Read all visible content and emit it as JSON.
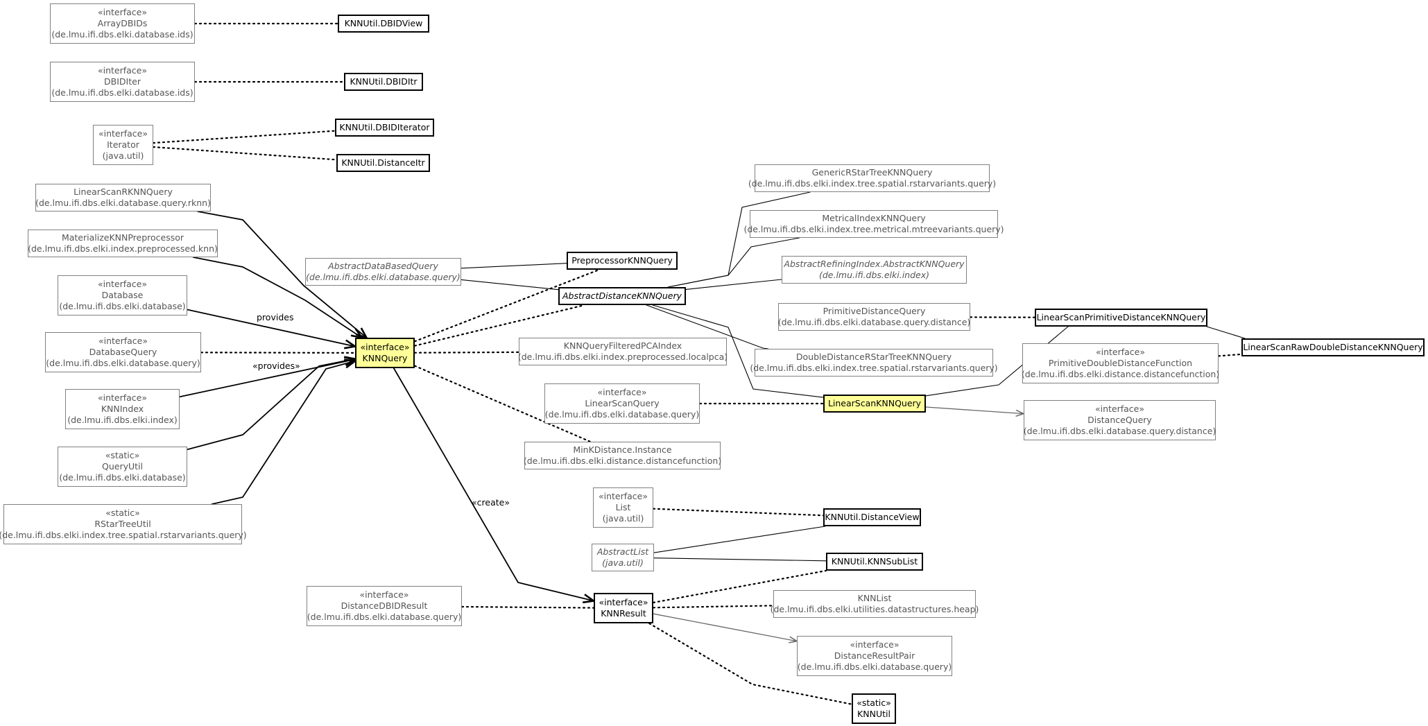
{
  "nodes": [
    {
      "id": "arraydbids",
      "stereo": "«interface»",
      "name": "ArrayDBIDs",
      "pkg": "(de.lmu.ifi.dbs.elki.database.ids)",
      "kind": "ext"
    },
    {
      "id": "dbidview",
      "name": "KNNUtil.DBIDView",
      "kind": "local"
    },
    {
      "id": "dbiditer",
      "stereo": "«interface»",
      "name": "DBIDIter",
      "pkg": "(de.lmu.ifi.dbs.elki.database.ids)",
      "kind": "ext"
    },
    {
      "id": "dbiditr",
      "name": "KNNUtil.DBIDItr",
      "kind": "local"
    },
    {
      "id": "iterator",
      "stereo": "«interface»",
      "name": "Iterator",
      "pkg": "(java.util)",
      "kind": "ext"
    },
    {
      "id": "dbiditerator",
      "name": "KNNUtil.DBIDIterator",
      "kind": "local"
    },
    {
      "id": "distanceitr",
      "name": "KNNUtil.DistanceItr",
      "kind": "local"
    },
    {
      "id": "linearscanrknn",
      "name": "LinearScanRKNNQuery",
      "pkg": "(de.lmu.ifi.dbs.elki.database.query.rknn)",
      "kind": "ext"
    },
    {
      "id": "materialize",
      "name": "MaterializeKNNPreprocessor",
      "pkg": "(de.lmu.ifi.dbs.elki.index.preprocessed.knn)",
      "kind": "ext"
    },
    {
      "id": "database",
      "stereo": "«interface»",
      "name": "Database",
      "pkg": "(de.lmu.ifi.dbs.elki.database)",
      "kind": "ext"
    },
    {
      "id": "databasequery",
      "stereo": "«interface»",
      "name": "DatabaseQuery",
      "pkg": "(de.lmu.ifi.dbs.elki.database.query)",
      "kind": "ext"
    },
    {
      "id": "knnindex",
      "stereo": "«interface»",
      "name": "KNNIndex",
      "pkg": "(de.lmu.ifi.dbs.elki.index)",
      "kind": "ext"
    },
    {
      "id": "queryutil",
      "stereo": "«static»",
      "name": "QueryUtil",
      "pkg": "(de.lmu.ifi.dbs.elki.database)",
      "kind": "ext"
    },
    {
      "id": "rstartreeutil",
      "stereo": "«static»",
      "name": "RStarTreeUtil",
      "pkg": "(de.lmu.ifi.dbs.elki.index.tree.spatial.rstarvariants.query)",
      "kind": "ext"
    },
    {
      "id": "abstractdatabased",
      "name": "AbstractDataBasedQuery",
      "pkg": "(de.lmu.ifi.dbs.elki.database.query)",
      "kind": "ext",
      "abstract": true
    },
    {
      "id": "knnquery",
      "stereo": "«interface»",
      "name": "KNNQuery",
      "kind": "local",
      "highlight": true
    },
    {
      "id": "preprocessorknn",
      "name": "PreprocessorKNNQuery",
      "kind": "local"
    },
    {
      "id": "abstractdistanceknn",
      "name": "AbstractDistanceKNNQuery",
      "kind": "local",
      "abstract": true
    },
    {
      "id": "knnqueryfiltered",
      "name": "KNNQueryFilteredPCAIndex",
      "pkg": "(de.lmu.ifi.dbs.elki.index.preprocessed.localpca)",
      "kind": "ext"
    },
    {
      "id": "linearscanquery",
      "stereo": "«interface»",
      "name": "LinearScanQuery",
      "pkg": "(de.lmu.ifi.dbs.elki.database.query)",
      "kind": "ext"
    },
    {
      "id": "minkdistance",
      "name": "MinKDistance.Instance",
      "pkg": "(de.lmu.ifi.dbs.elki.distance.distancefunction)",
      "kind": "ext"
    },
    {
      "id": "genericrstar",
      "name": "GenericRStarTreeKNNQuery",
      "pkg": "(de.lmu.ifi.dbs.elki.index.tree.spatial.rstarvariants.query)",
      "kind": "ext"
    },
    {
      "id": "metricalindex",
      "name": "MetricalIndexKNNQuery",
      "pkg": "(de.lmu.ifi.dbs.elki.index.tree.metrical.mtreevariants.query)",
      "kind": "ext"
    },
    {
      "id": "abstractrefining",
      "name": "AbstractRefiningIndex.AbstractKNNQuery",
      "pkg": "(de.lmu.ifi.dbs.elki.index)",
      "kind": "ext",
      "abstract": true
    },
    {
      "id": "primitivedistancequery",
      "name": "PrimitiveDistanceQuery",
      "pkg": "(de.lmu.ifi.dbs.elki.database.query.distance)",
      "kind": "ext"
    },
    {
      "id": "doubledistancerstar",
      "name": "DoubleDistanceRStarTreeKNNQuery",
      "pkg": "(de.lmu.ifi.dbs.elki.index.tree.spatial.rstarvariants.query)",
      "kind": "ext"
    },
    {
      "id": "linearscanknn",
      "name": "LinearScanKNNQuery",
      "kind": "local",
      "highlight": true
    },
    {
      "id": "linearscanprimitive",
      "name": "LinearScanPrimitiveDistanceKNNQuery",
      "kind": "local"
    },
    {
      "id": "linearscanraw",
      "name": "LinearScanRawDoubleDistanceKNNQuery",
      "kind": "local"
    },
    {
      "id": "primitivedoubledistfn",
      "stereo": "«interface»",
      "name": "PrimitiveDoubleDistanceFunction",
      "pkg": "(de.lmu.ifi.dbs.elki.distance.distancefunction)",
      "kind": "ext"
    },
    {
      "id": "distancequery",
      "stereo": "«interface»",
      "name": "DistanceQuery",
      "pkg": "(de.lmu.ifi.dbs.elki.database.query.distance)",
      "kind": "ext"
    },
    {
      "id": "list",
      "stereo": "«interface»",
      "name": "List",
      "pkg": "(java.util)",
      "kind": "ext"
    },
    {
      "id": "distanceview",
      "name": "KNNUtil.DistanceView",
      "kind": "local"
    },
    {
      "id": "abstractlist",
      "name": "AbstractList",
      "pkg": "(java.util)",
      "kind": "ext",
      "abstract": true
    },
    {
      "id": "knnsublist",
      "name": "KNNUtil.KNNSubList",
      "kind": "local"
    },
    {
      "id": "distancedbidresult",
      "stereo": "«interface»",
      "name": "DistanceDBIDResult",
      "pkg": "(de.lmu.ifi.dbs.elki.database.query)",
      "kind": "ext"
    },
    {
      "id": "knnresult",
      "stereo": "«interface»",
      "name": "KNNResult",
      "kind": "local"
    },
    {
      "id": "knnlist",
      "name": "KNNList",
      "pkg": "(de.lmu.ifi.dbs.elki.utilities.datastructures.heap)",
      "kind": "ext"
    },
    {
      "id": "distanceresultpair",
      "stereo": "«interface»",
      "name": "DistanceResultPair",
      "pkg": "(de.lmu.ifi.dbs.elki.database.query)",
      "kind": "ext"
    },
    {
      "id": "knnutil",
      "stereo": "«static»",
      "name": "KNNUtil",
      "kind": "local"
    }
  ],
  "edges": [
    {
      "from": "arraydbids",
      "to": "dbidview",
      "style": "dotted"
    },
    {
      "from": "dbiditer",
      "to": "dbiditr",
      "style": "dotted"
    },
    {
      "from": "iterator",
      "to": "dbiditerator",
      "style": "dotted"
    },
    {
      "from": "iterator",
      "to": "distanceitr",
      "style": "dotted"
    },
    {
      "from": "linearscanrknn",
      "to": "knnquery",
      "style": "dep"
    },
    {
      "from": "materialize",
      "to": "knnquery",
      "style": "dep"
    },
    {
      "from": "database",
      "to": "knnquery",
      "style": "dep",
      "label": "provides"
    },
    {
      "from": "databasequery",
      "to": "knnquery",
      "style": "dotted"
    },
    {
      "from": "knnindex",
      "to": "knnquery",
      "style": "dep",
      "label": "«provides»"
    },
    {
      "from": "queryutil",
      "to": "knnquery",
      "style": "dep"
    },
    {
      "from": "rstartreeutil",
      "to": "knnquery",
      "style": "dep"
    },
    {
      "from": "abstractdatabased",
      "to": "preprocessorknn",
      "style": "solid"
    },
    {
      "from": "abstractdatabased",
      "to": "abstractdistanceknn",
      "style": "solid"
    },
    {
      "from": "knnquery",
      "to": "preprocessorknn",
      "style": "dotted"
    },
    {
      "from": "knnquery",
      "to": "abstractdistanceknn",
      "style": "dotted"
    },
    {
      "from": "knnquery",
      "to": "knnqueryfiltered",
      "style": "dotted"
    },
    {
      "from": "knnquery",
      "to": "minkdistance",
      "style": "dotted"
    },
    {
      "from": "knnquery",
      "to": "knnresult",
      "style": "dep",
      "label": "«create»"
    },
    {
      "from": "abstractdistanceknn",
      "to": "genericrstar",
      "style": "solid"
    },
    {
      "from": "abstractdistanceknn",
      "to": "metricalindex",
      "style": "solid"
    },
    {
      "from": "abstractdistanceknn",
      "to": "abstractrefining",
      "style": "solid"
    },
    {
      "from": "abstractdistanceknn",
      "to": "doubledistancerstar",
      "style": "solid"
    },
    {
      "from": "abstractdistanceknn",
      "to": "linearscanknn",
      "style": "solid"
    },
    {
      "from": "linearscanquery",
      "to": "linearscanknn",
      "style": "dotted"
    },
    {
      "from": "linearscanknn",
      "to": "linearscanprimitive",
      "style": "solid"
    },
    {
      "from": "linearscanknn",
      "to": "distancequery",
      "style": "assoc"
    },
    {
      "from": "primitivedistancequery",
      "to": "linearscanprimitive",
      "style": "dotted"
    },
    {
      "from": "linearscanprimitive",
      "to": "linearscanraw",
      "style": "solid"
    },
    {
      "from": "primitivedoubledistfn",
      "to": "linearscanraw",
      "style": "dotted"
    },
    {
      "from": "list",
      "to": "distanceview",
      "style": "dotted"
    },
    {
      "from": "abstractlist",
      "to": "distanceview",
      "style": "solid"
    },
    {
      "from": "abstractlist",
      "to": "knnsublist",
      "style": "solid"
    },
    {
      "from": "distancedbidresult",
      "to": "knnresult",
      "style": "dotted"
    },
    {
      "from": "knnresult",
      "to": "knnsublist",
      "style": "dotted"
    },
    {
      "from": "knnresult",
      "to": "knnlist",
      "style": "dotted"
    },
    {
      "from": "knnresult",
      "to": "distanceresultpair",
      "style": "assoc"
    },
    {
      "from": "knnresult",
      "to": "knnutil",
      "style": "dotted"
    }
  ]
}
